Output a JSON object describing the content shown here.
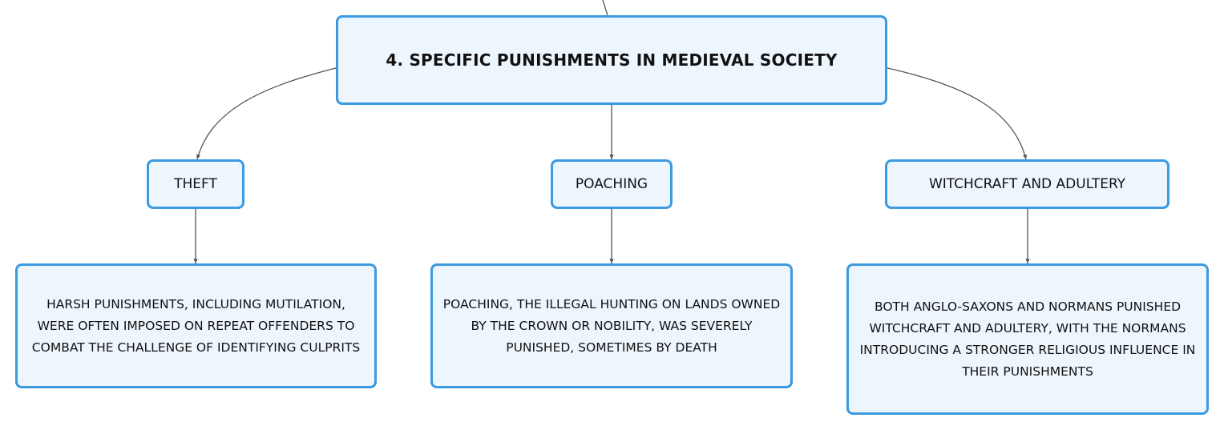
{
  "mindmap": {
    "root": {
      "label": "4. SPECIFIC PUNISHMENTS IN MEDIEVAL SOCIETY"
    },
    "topics": [
      {
        "label": "THEFT",
        "detail": "HARSH PUNISHMENTS, INCLUDING MUTILATION, WERE OFTEN IMPOSED ON REPEAT OFFENDERS TO COMBAT THE CHALLENGE OF IDENTIFYING CULPRITS"
      },
      {
        "label": "POACHING",
        "detail": "POACHING, THE ILLEGAL HUNTING ON LANDS OWNED BY THE CROWN OR NOBILITY, WAS SEVERELY PUNISHED, SOMETIMES BY DEATH"
      },
      {
        "label": "WITCHCRAFT AND ADULTERY",
        "detail": "BOTH ANGLO-SAXONS AND NORMANS PUNISHED WITCHCRAFT AND ADULTERY, WITH THE NORMANS INTRODUCING A STRONGER RELIGIOUS INFLUENCE IN THEIR PUNISHMENTS"
      }
    ],
    "colors": {
      "node_border": "#3b9ae1",
      "node_fill": "#eef6fd",
      "connector": "#555555"
    }
  }
}
